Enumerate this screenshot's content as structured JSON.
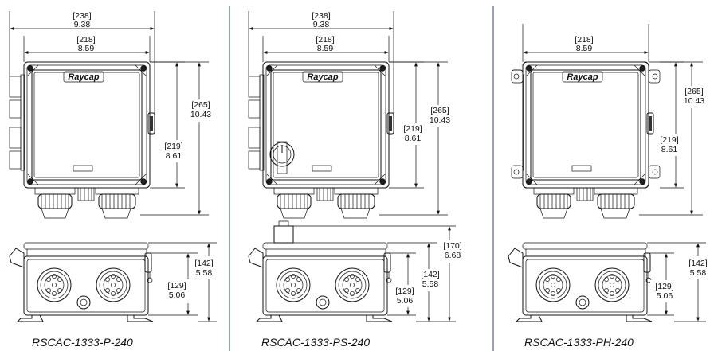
{
  "panels": [
    {
      "model": "RSCAC-1333-P-240",
      "front": {
        "logo": "Raycap",
        "width_overall": {
          "mm": "[238]",
          "in": "9.38"
        },
        "width_box": {
          "mm": "[218]",
          "in": "8.59"
        },
        "height_overall": {
          "mm": "[265]",
          "in": "10.43"
        },
        "height_box": {
          "mm": "[219]",
          "in": "8.61"
        }
      },
      "side": {
        "height_total": {
          "mm": "[142]",
          "in": "5.58"
        },
        "height_body": {
          "mm": "[129]",
          "in": "5.06"
        }
      }
    },
    {
      "model": "RSCAC-1333-PS-240",
      "front": {
        "logo": "Raycap",
        "width_overall": {
          "mm": "[238]",
          "in": "9.38"
        },
        "width_box": {
          "mm": "[218]",
          "in": "8.59"
        },
        "height_overall": {
          "mm": "[265]",
          "in": "10.43"
        },
        "height_box": {
          "mm": "[219]",
          "in": "8.61"
        }
      },
      "side": {
        "height_switch": {
          "mm": "[170]",
          "in": "6.68"
        },
        "height_total": {
          "mm": "[142]",
          "in": "5.58"
        },
        "height_body": {
          "mm": "[129]",
          "in": "5.06"
        }
      }
    },
    {
      "model": "RSCAC-1333-PH-240",
      "front": {
        "logo": "Raycap",
        "width_box": {
          "mm": "[218]",
          "in": "8.59"
        },
        "height_overall": {
          "mm": "[265]",
          "in": "10.43"
        },
        "height_box": {
          "mm": "[219]",
          "in": "8.61"
        }
      },
      "side": {
        "height_total": {
          "mm": "[142]",
          "in": "5.58"
        },
        "height_body": {
          "mm": "[129]",
          "in": "5.06"
        }
      }
    }
  ],
  "colors": {
    "divider": "#9aa3ad",
    "line": "#111111"
  }
}
